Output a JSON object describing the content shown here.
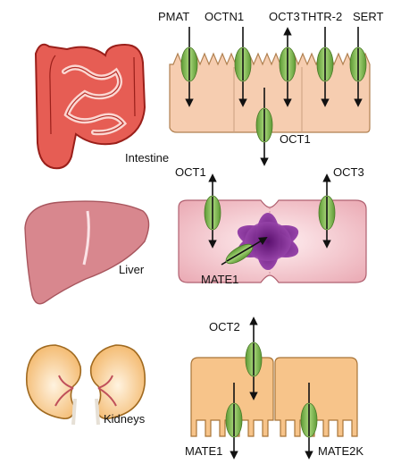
{
  "organs": {
    "intestine": "Intestine",
    "liver": "Liver",
    "kidneys": "Kidneys"
  },
  "intestine_transporters": {
    "pmat": "PMAT",
    "octn1": "OCTN1",
    "oct3": "OCT3",
    "thtr2": "THTR-2",
    "sert": "SERT",
    "oct1": "OCT1"
  },
  "liver_transporters": {
    "oct1": "OCT1",
    "oct3": "OCT3",
    "mate1": "MATE1"
  },
  "kidney_transporters": {
    "oct2": "OCT2",
    "mate1": "MATE1",
    "mate2k": "MATE2K"
  },
  "colors": {
    "transporter": "#86c25a",
    "intestine_cell": "#f6cdb0",
    "liver_cell": "#f0b7bf",
    "canaliculus": "#7a2a8c",
    "kidney_cell": "#f7c48a",
    "intestine_organ": "#d9413a",
    "liver_organ": "#d4848a",
    "kidney_organ": "#f2b86c"
  }
}
